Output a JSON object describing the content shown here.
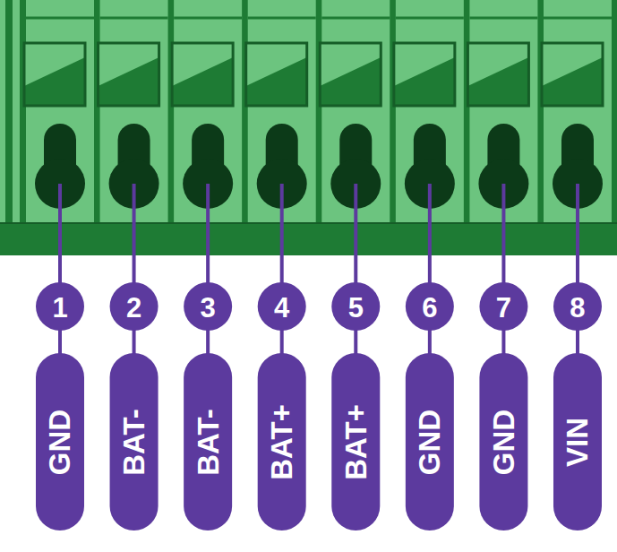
{
  "diagram": {
    "labels": [
      "1",
      "2",
      "3",
      "4",
      "5",
      "6",
      "7",
      "8",
      "GND",
      "BAT-",
      "BAT-",
      "BAT+",
      "BAT+",
      "GND",
      "GND",
      "VIN"
    ]
  }
}
